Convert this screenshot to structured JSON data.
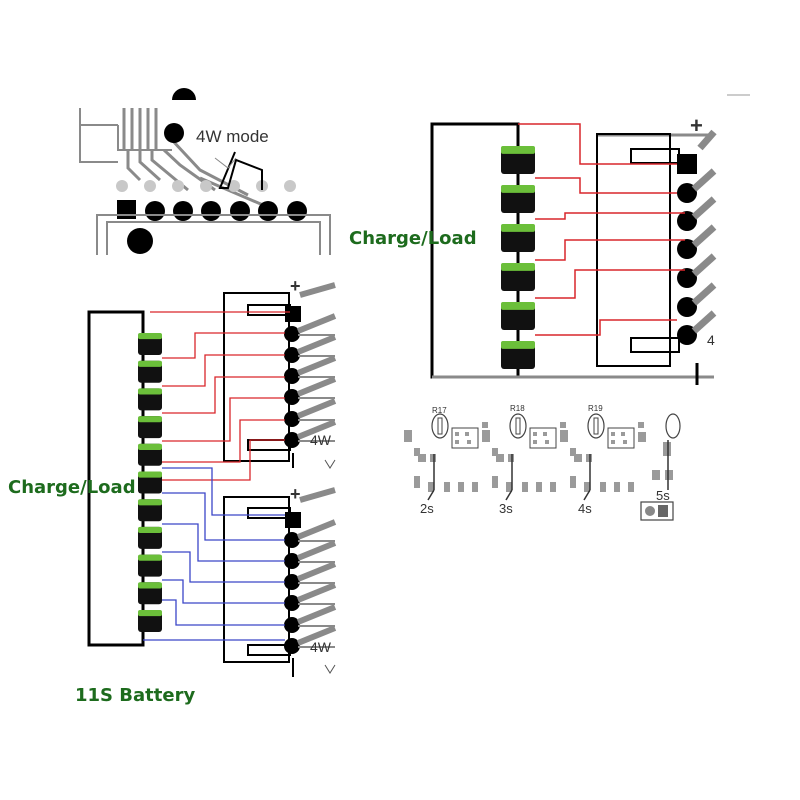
{
  "labels": {
    "charge_load_right": "Charge/Load",
    "charge_load_left": "Charge/Load",
    "battery": "11S Battery",
    "mode_top": "4W mode",
    "mode_lower_a": "4W",
    "mode_lower_b": "4W",
    "mode_right": "4",
    "plus": "+",
    "minus": "-"
  },
  "silkscreen": {
    "resistors": [
      "R17",
      "R18",
      "R19"
    ],
    "series": [
      "2s",
      "3s",
      "4s",
      "5s"
    ]
  },
  "colors": {
    "label_green": "#1d6b1d",
    "wire_red": "#d9262b",
    "wire_blue": "#3b46c8",
    "cell_green": "#6bbf3a",
    "pcb_gray": "#8a8a8a"
  },
  "cells": {
    "left_battery_count": 11,
    "right_battery_count": 6
  }
}
